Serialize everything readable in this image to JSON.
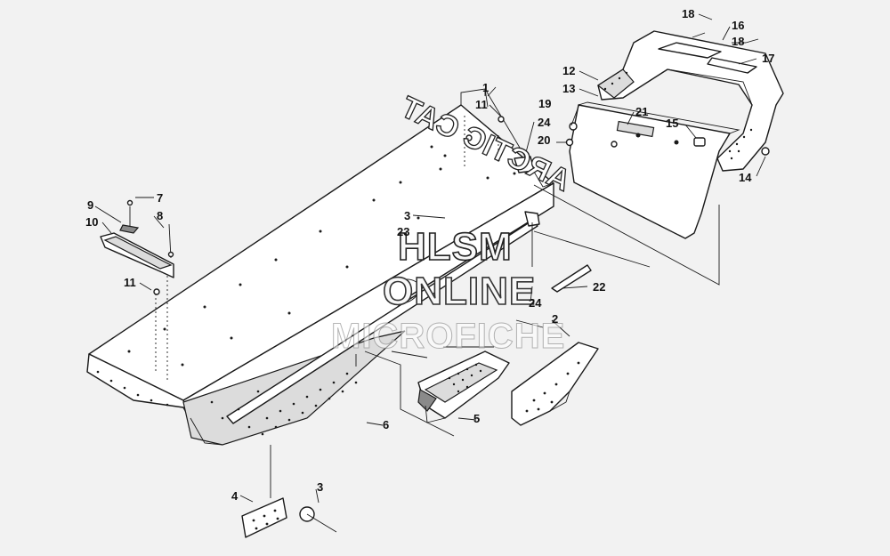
{
  "watermark": {
    "line1": "HLSM",
    "line2": "ONLINE",
    "line3": "MICROFICHE"
  },
  "snowflap_logo": "ARCTIC CAT",
  "callouts": [
    {
      "id": "c1",
      "text": "1"
    },
    {
      "id": "c2",
      "text": "2"
    },
    {
      "id": "c3a",
      "text": "3"
    },
    {
      "id": "c3b",
      "text": "3"
    },
    {
      "id": "c4",
      "text": "4"
    },
    {
      "id": "c5",
      "text": "5"
    },
    {
      "id": "c6",
      "text": "6"
    },
    {
      "id": "c7",
      "text": "7"
    },
    {
      "id": "c8",
      "text": "8"
    },
    {
      "id": "c9",
      "text": "9"
    },
    {
      "id": "c10",
      "text": "10"
    },
    {
      "id": "c11a",
      "text": "11"
    },
    {
      "id": "c11b",
      "text": "11"
    },
    {
      "id": "c12",
      "text": "12"
    },
    {
      "id": "c13",
      "text": "13"
    },
    {
      "id": "c14",
      "text": "14"
    },
    {
      "id": "c15",
      "text": "15"
    },
    {
      "id": "c16",
      "text": "16"
    },
    {
      "id": "c17",
      "text": "17"
    },
    {
      "id": "c18a",
      "text": "18"
    },
    {
      "id": "c18b",
      "text": "18"
    },
    {
      "id": "c19",
      "text": "19"
    },
    {
      "id": "c20",
      "text": "20"
    },
    {
      "id": "c21",
      "text": "21"
    },
    {
      "id": "c22",
      "text": "22"
    },
    {
      "id": "c23",
      "text": "23"
    },
    {
      "id": "c24a",
      "text": "24"
    },
    {
      "id": "c24b",
      "text": "24"
    }
  ]
}
